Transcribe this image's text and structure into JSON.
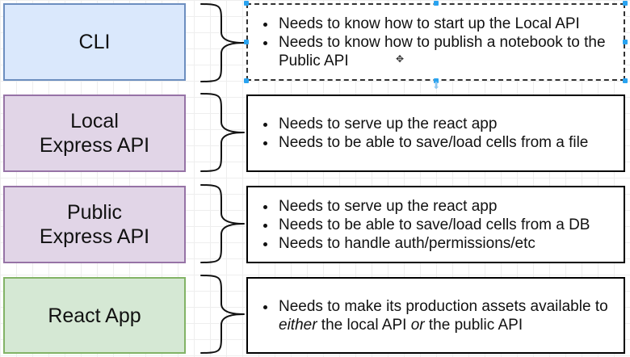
{
  "components": [
    {
      "id": "cli",
      "lines": [
        "CLI"
      ],
      "fill": "#dae8fc",
      "stroke": "#6c8ebf"
    },
    {
      "id": "local-express-api",
      "lines": [
        "Local",
        "Express API"
      ],
      "fill": "#e1d5e7",
      "stroke": "#9673a6"
    },
    {
      "id": "public-express-api",
      "lines": [
        "Public",
        "Express API"
      ],
      "fill": "#e1d5e7",
      "stroke": "#9673a6"
    },
    {
      "id": "react-app",
      "lines": [
        "React App"
      ],
      "fill": "#d5e8d4",
      "stroke": "#82b366"
    }
  ],
  "requirements": [
    {
      "component": "cli",
      "items": [
        "Needs to know how to start up the Local API",
        "Needs to know how to publish a notebook to the Public API"
      ]
    },
    {
      "component": "local-express-api",
      "items": [
        "Needs to serve up the react app",
        "Needs to be able to save/load cells from a file"
      ]
    },
    {
      "component": "public-express-api",
      "items": [
        "Needs to serve up the react app",
        "Needs to be able to save/load cells from a DB",
        "Needs to handle auth/permissions/etc"
      ]
    },
    {
      "component": "react-app",
      "items": [
        {
          "before": "Needs to make its production assets available to ",
          "em1": "either",
          "middle": " the local API ",
          "em2": "or",
          "after": " the public API"
        }
      ]
    }
  ],
  "selection": {
    "selected_box": "cli",
    "handle_color": "#29a3f0"
  },
  "icons": {
    "cursor": "move-cursor-icon",
    "connector": "connection-arrow-icon"
  }
}
